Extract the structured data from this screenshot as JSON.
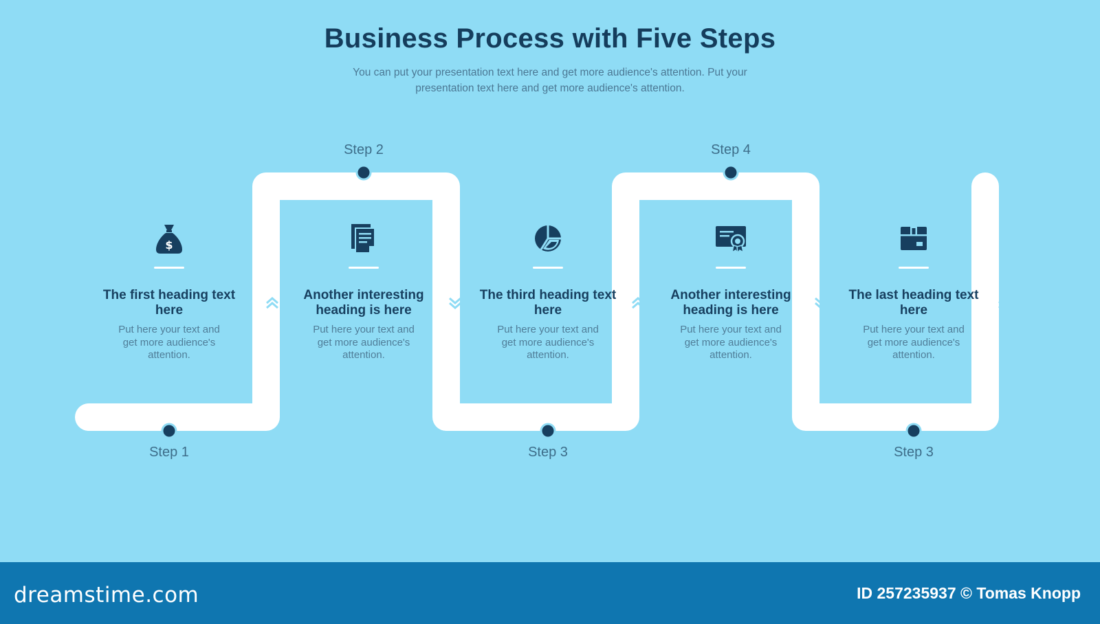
{
  "header": {
    "title": "Business Process with Five Steps",
    "subtitle": "You can put your presentation text here and get more audience's attention. Put your presentation text here and get more audience's attention."
  },
  "steps": [
    {
      "label": "Step 1",
      "heading": "The first heading text here",
      "text": "Put here your text and get more audience's attention.",
      "icon": "money-bag-icon"
    },
    {
      "label": "Step 2",
      "heading": "Another interesting heading is here",
      "text": "Put here your text and get more audience's attention.",
      "icon": "documents-icon"
    },
    {
      "label": "Step 3",
      "heading": "The third heading text here",
      "text": "Put here your text and get more audience's attention.",
      "icon": "pie-chart-icon"
    },
    {
      "label": "Step 4",
      "heading": "Another interesting heading is here",
      "text": "Put here your text and get more audience's attention.",
      "icon": "certificate-icon"
    },
    {
      "label": "Step 3",
      "heading": "The last heading text here",
      "text": "Put here your text and get more audience's attention.",
      "icon": "package-icon"
    }
  ],
  "colors": {
    "background": "#8fdcf5",
    "path": "#ffffff",
    "dark": "#173f5f",
    "footer": "#0f76b0"
  },
  "footer": {
    "brand": "dreamstime.com",
    "credit": "ID 257235937 © Tomas Knopp"
  }
}
